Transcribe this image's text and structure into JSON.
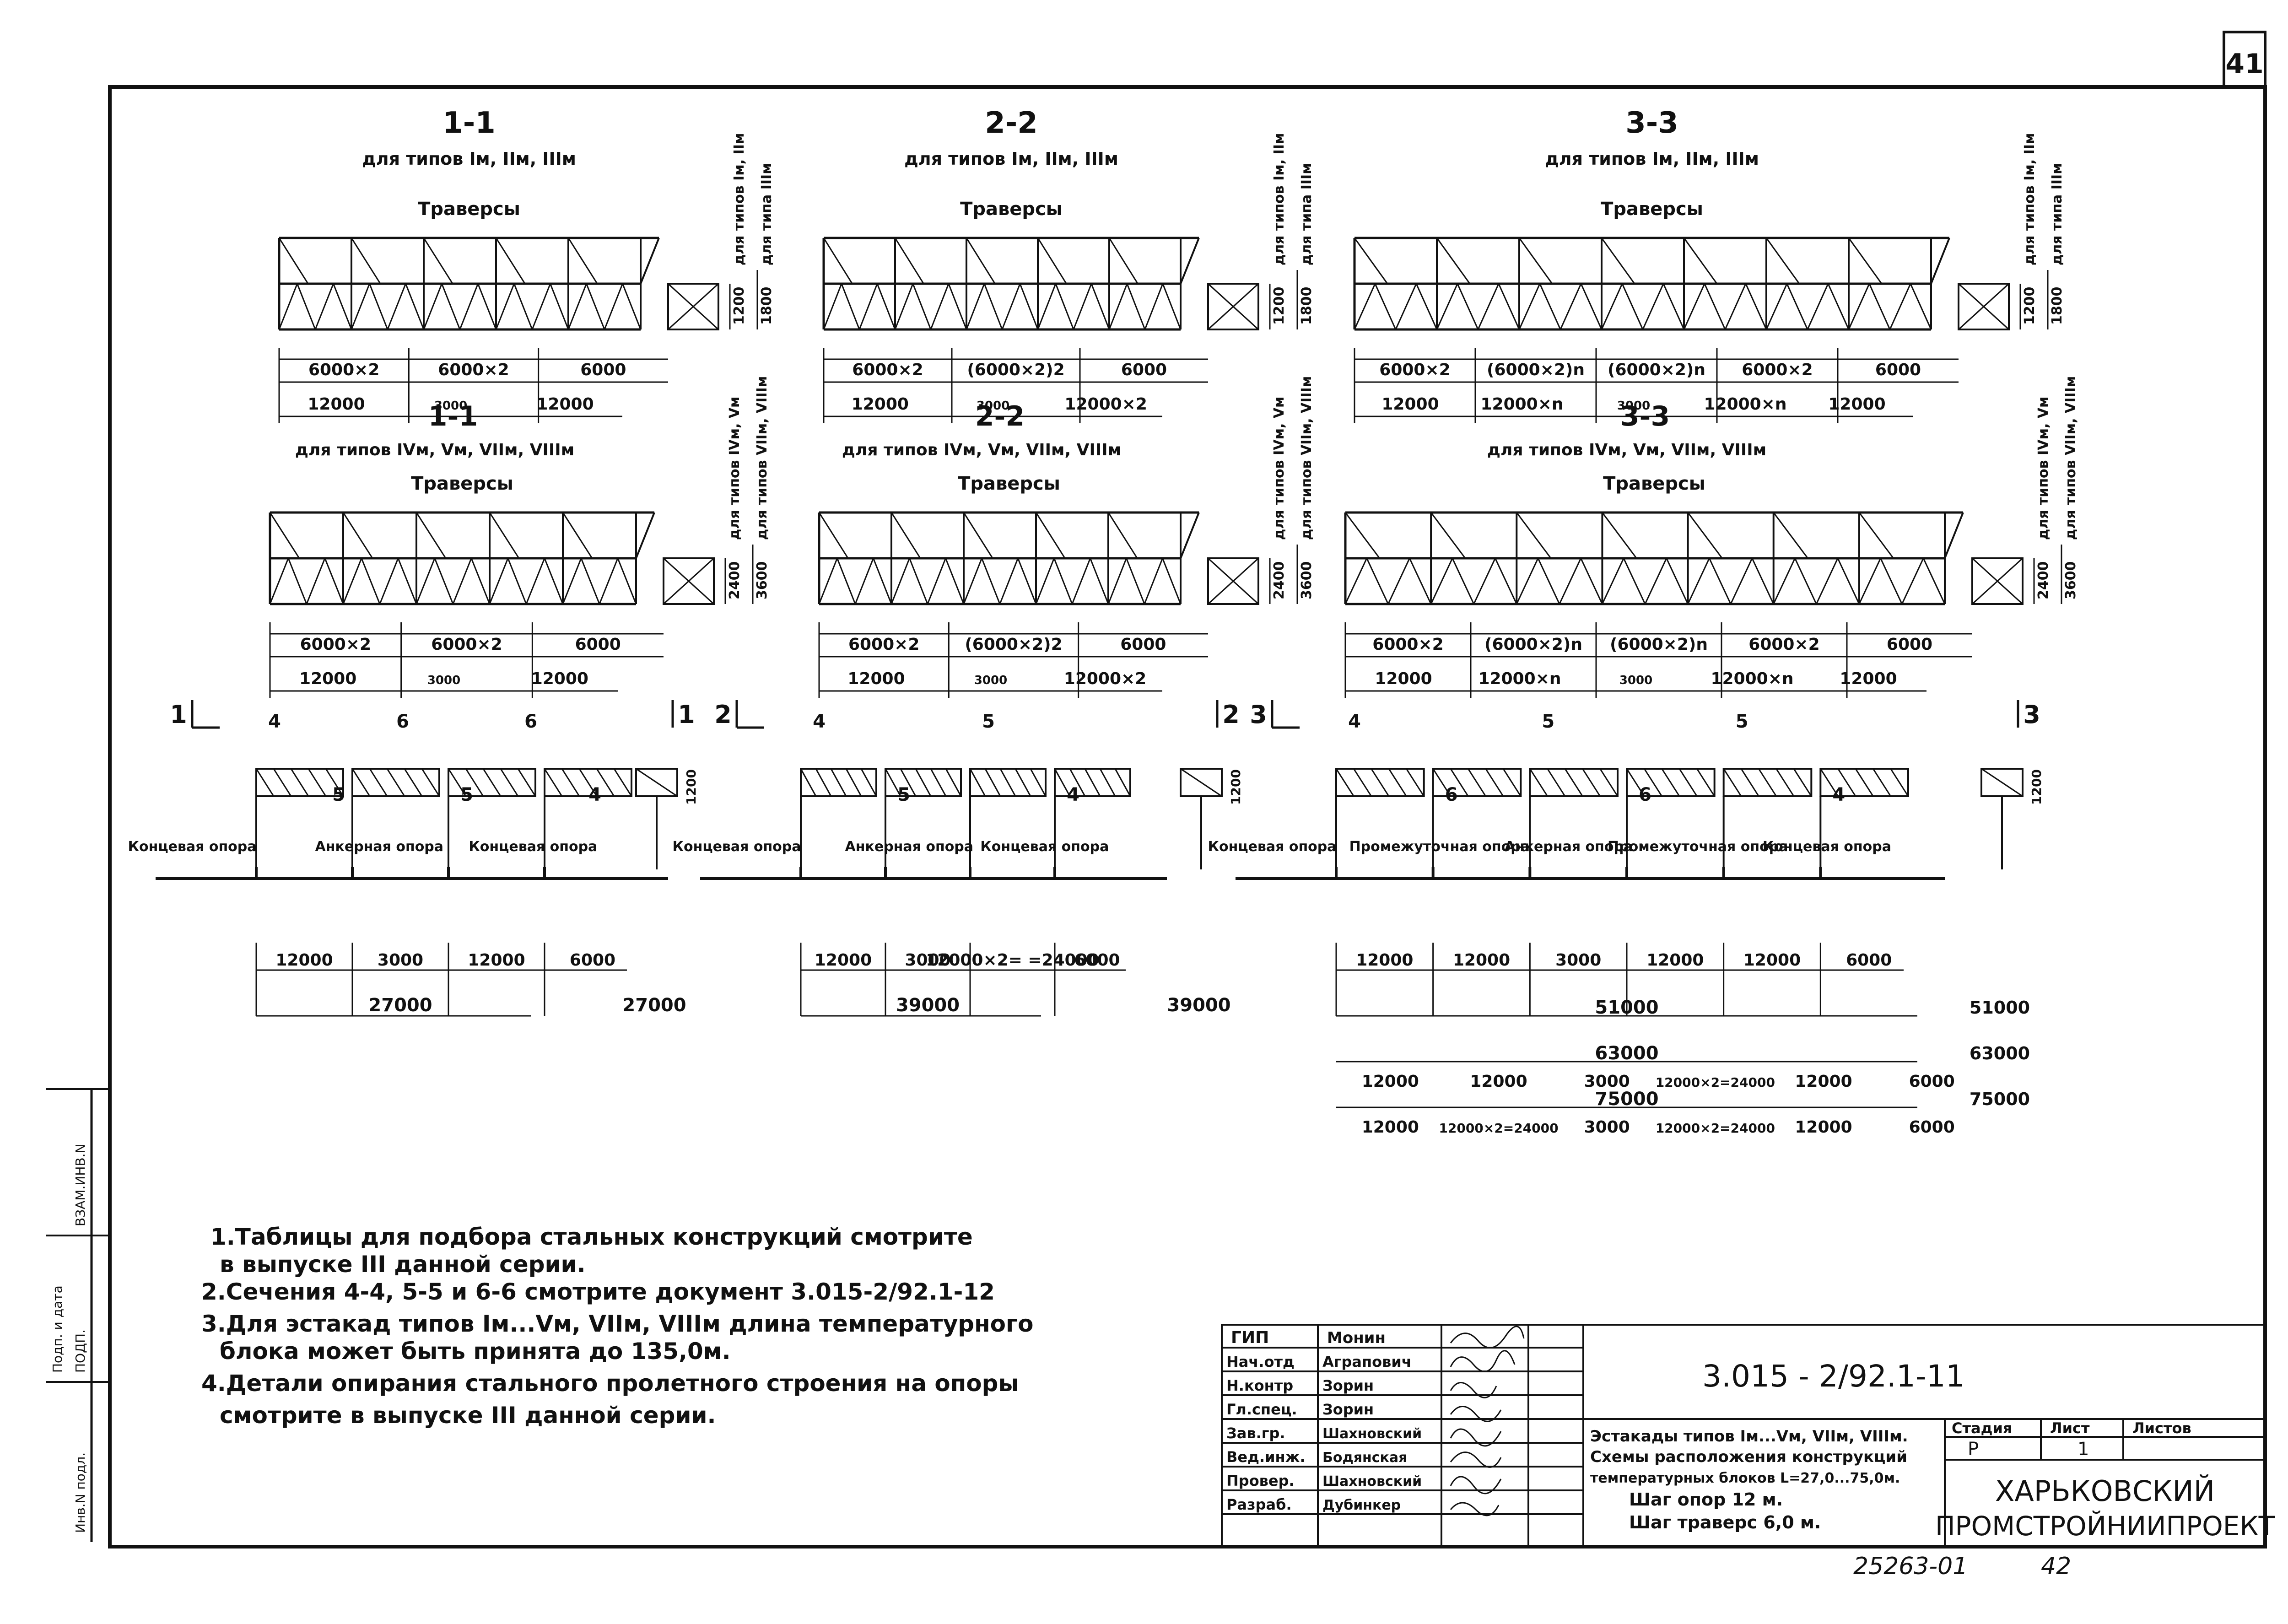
{
  "sheet": {
    "sheet_number": "41",
    "bottom_inventory": "25263-01",
    "bottom_page": "42",
    "margin_labels": [
      "ВЗАМ.ИНВ.N",
      "ПОДП.",
      "Инв.N подл.",
      "Подп. и дата"
    ]
  },
  "sections_top": [
    {
      "id": "1-1",
      "title": "1-1",
      "subtitle": "для типов Iм, IIм, IIIм",
      "traverse_label": "Траверсы",
      "dims_row1": [
        "6000×2",
        "6000×2",
        "6000"
      ],
      "dims_row2": [
        "12000",
        "3000",
        "12000"
      ],
      "side_heights": [
        "1200",
        "1800"
      ],
      "side_labels": [
        "для типов Iм, IIм",
        "для типа IIIм"
      ]
    },
    {
      "id": "2-2",
      "title": "2-2",
      "subtitle": "для типов Iм, IIм, IIIм",
      "traverse_label": "Траверсы",
      "dims_row1": [
        "6000×2",
        "(6000×2)2",
        "6000"
      ],
      "dims_row2": [
        "12000",
        "3000",
        "12000×2"
      ],
      "side_heights": [
        "1200",
        "1800"
      ],
      "side_labels": [
        "для типов Iм, IIм",
        "для типа IIIм"
      ]
    },
    {
      "id": "3-3",
      "title": "3-3",
      "subtitle": "для типов Iм, IIм, IIIм",
      "traverse_label": "Траверсы",
      "dims_row1": [
        "6000×2",
        "(6000×2)n",
        "(6000×2)n",
        "6000×2",
        "6000"
      ],
      "dims_row2": [
        "12000",
        "12000×n",
        "3000",
        "12000×n",
        "12000"
      ],
      "side_heights": [
        "1200",
        "1800"
      ],
      "side_labels": [
        "для типов Iм, IIм",
        "для типа IIIм"
      ]
    }
  ],
  "sections_bottom": [
    {
      "id": "1-1",
      "title": "1-1",
      "subtitle": "для типов IVм, Vм, VIIм, VIIIм",
      "traverse_label": "Траверсы",
      "dims_row1": [
        "6000×2",
        "6000×2",
        "6000"
      ],
      "dims_row2": [
        "12000",
        "3000",
        "12000"
      ],
      "side_heights": [
        "2400",
        "3600"
      ],
      "side_labels": [
        "для типов IVм, Vм",
        "для типов VIIм, VIIIм"
      ]
    },
    {
      "id": "2-2",
      "title": "2-2",
      "subtitle": "для типов IVм, Vм, VIIм, VIIIм",
      "traverse_label": "Траверсы",
      "dims_row1": [
        "6000×2",
        "(6000×2)2",
        "6000"
      ],
      "dims_row2": [
        "12000",
        "3000",
        "12000×2"
      ],
      "side_heights": [
        "2400",
        "3600"
      ],
      "side_labels": [
        "для типов IVм, Vм",
        "для типов VIIм, VIIIм"
      ]
    },
    {
      "id": "3-3",
      "title": "3-3",
      "subtitle": "для типов IVм, Vм, VIIм, VIIIм",
      "traverse_label": "Траверсы",
      "dims_row1": [
        "6000×2",
        "(6000×2)n",
        "(6000×2)n",
        "6000×2",
        "6000"
      ],
      "dims_row2": [
        "12000",
        "12000×n",
        "3000",
        "12000×n",
        "12000"
      ],
      "side_heights": [
        "2400",
        "3600"
      ],
      "side_labels": [
        "для типов IVм, Vм",
        "для типов VIIм, VIIIм"
      ]
    }
  ],
  "plans": [
    {
      "cut": "1",
      "support_labels": [
        "Концевая опора",
        "Анкерная опора",
        "Концевая опора"
      ],
      "markers": [
        "4",
        "5",
        "6",
        "5",
        "6",
        "4"
      ],
      "dims": [
        "12000",
        "3000",
        "12000",
        "6000"
      ],
      "total": "27000",
      "total_right": "27000",
      "height": "1200"
    },
    {
      "cut": "2",
      "support_labels": [
        "Концевая опора",
        "Анкерная опора",
        "Концевая опора"
      ],
      "markers": [
        "4",
        "5",
        "5",
        "4"
      ],
      "dims": [
        "12000",
        "3000",
        "12000×2= =24000",
        "6000"
      ],
      "total": "39000",
      "total_right": "39000",
      "height": "1200"
    },
    {
      "cut": "3",
      "support_labels": [
        "Концевая опора",
        "Промежуточная опора",
        "Анкерная опора",
        "Промежуточная опора",
        "Концевая опора"
      ],
      "markers": [
        "4",
        "6",
        "5",
        "6",
        "5",
        "4"
      ],
      "dims": [
        "12000",
        "12000",
        "3000",
        "12000",
        "12000",
        "6000"
      ],
      "totals": [
        {
          "segs": [],
          "total": "51000",
          "right": "51000"
        },
        {
          "segs": [
            "12000",
            "12000",
            "3000",
            "12000×2=24000",
            "12000",
            "6000"
          ],
          "total": "63000",
          "right": "63000"
        },
        {
          "segs": [
            "12000",
            "12000×2=24000",
            "3000",
            "12000×2=24000",
            "12000",
            "6000"
          ],
          "total": "75000",
          "right": "75000"
        }
      ],
      "height": "1200"
    }
  ],
  "notes": [
    "1.Таблицы для подбора стальных конструкций смотрите",
    "в выпуске III данной серии.",
    "2.Сечения 4-4, 5-5 и 6-6 смотрите документ 3.015-2/92.1-12",
    "3.Для эстакад типов Iм...Vм, VIIм, VIIIм длина температурного",
    "блока может быть принята до 135,0м.",
    "4.Детали опирания стального пролетного строения на опоры",
    "смотрите в выпуске III данной серии."
  ],
  "stamp": {
    "rows": [
      {
        "role": "ГИП",
        "name": "Монин"
      },
      {
        "role": "Нач.отд",
        "name": "Аграпович"
      },
      {
        "role": "Н.контр",
        "name": "Зорин"
      },
      {
        "role": "Гл.спец.",
        "name": "Зорин"
      },
      {
        "role": "Зав.гр.",
        "name": "Шахновский"
      },
      {
        "role": "Вед.инж.",
        "name": "Бодянская"
      },
      {
        "role": "Провер.",
        "name": "Шахновский"
      },
      {
        "role": "Разраб.",
        "name": "Дубинкер"
      }
    ],
    "code": "3.015 - 2/92.1-11",
    "title_lines": [
      "Эстакады типов Iм...Vм, VIIм, VIIIм.",
      "Схемы расположения конструкций",
      "температурных блоков L=27,0...75,0м.",
      "Шаг опор 12 м.",
      "Шаг траверс 6,0 м."
    ],
    "stage_label": "Стадия",
    "sheet_label": "Лист",
    "sheets_label": "Листов",
    "stage": "Р",
    "sheet": "1",
    "sheets": "",
    "org_line1": "ХАРЬКОВСКИЙ",
    "org_line2": "ПРОМСТРОЙНИИПРОЕКТ"
  }
}
